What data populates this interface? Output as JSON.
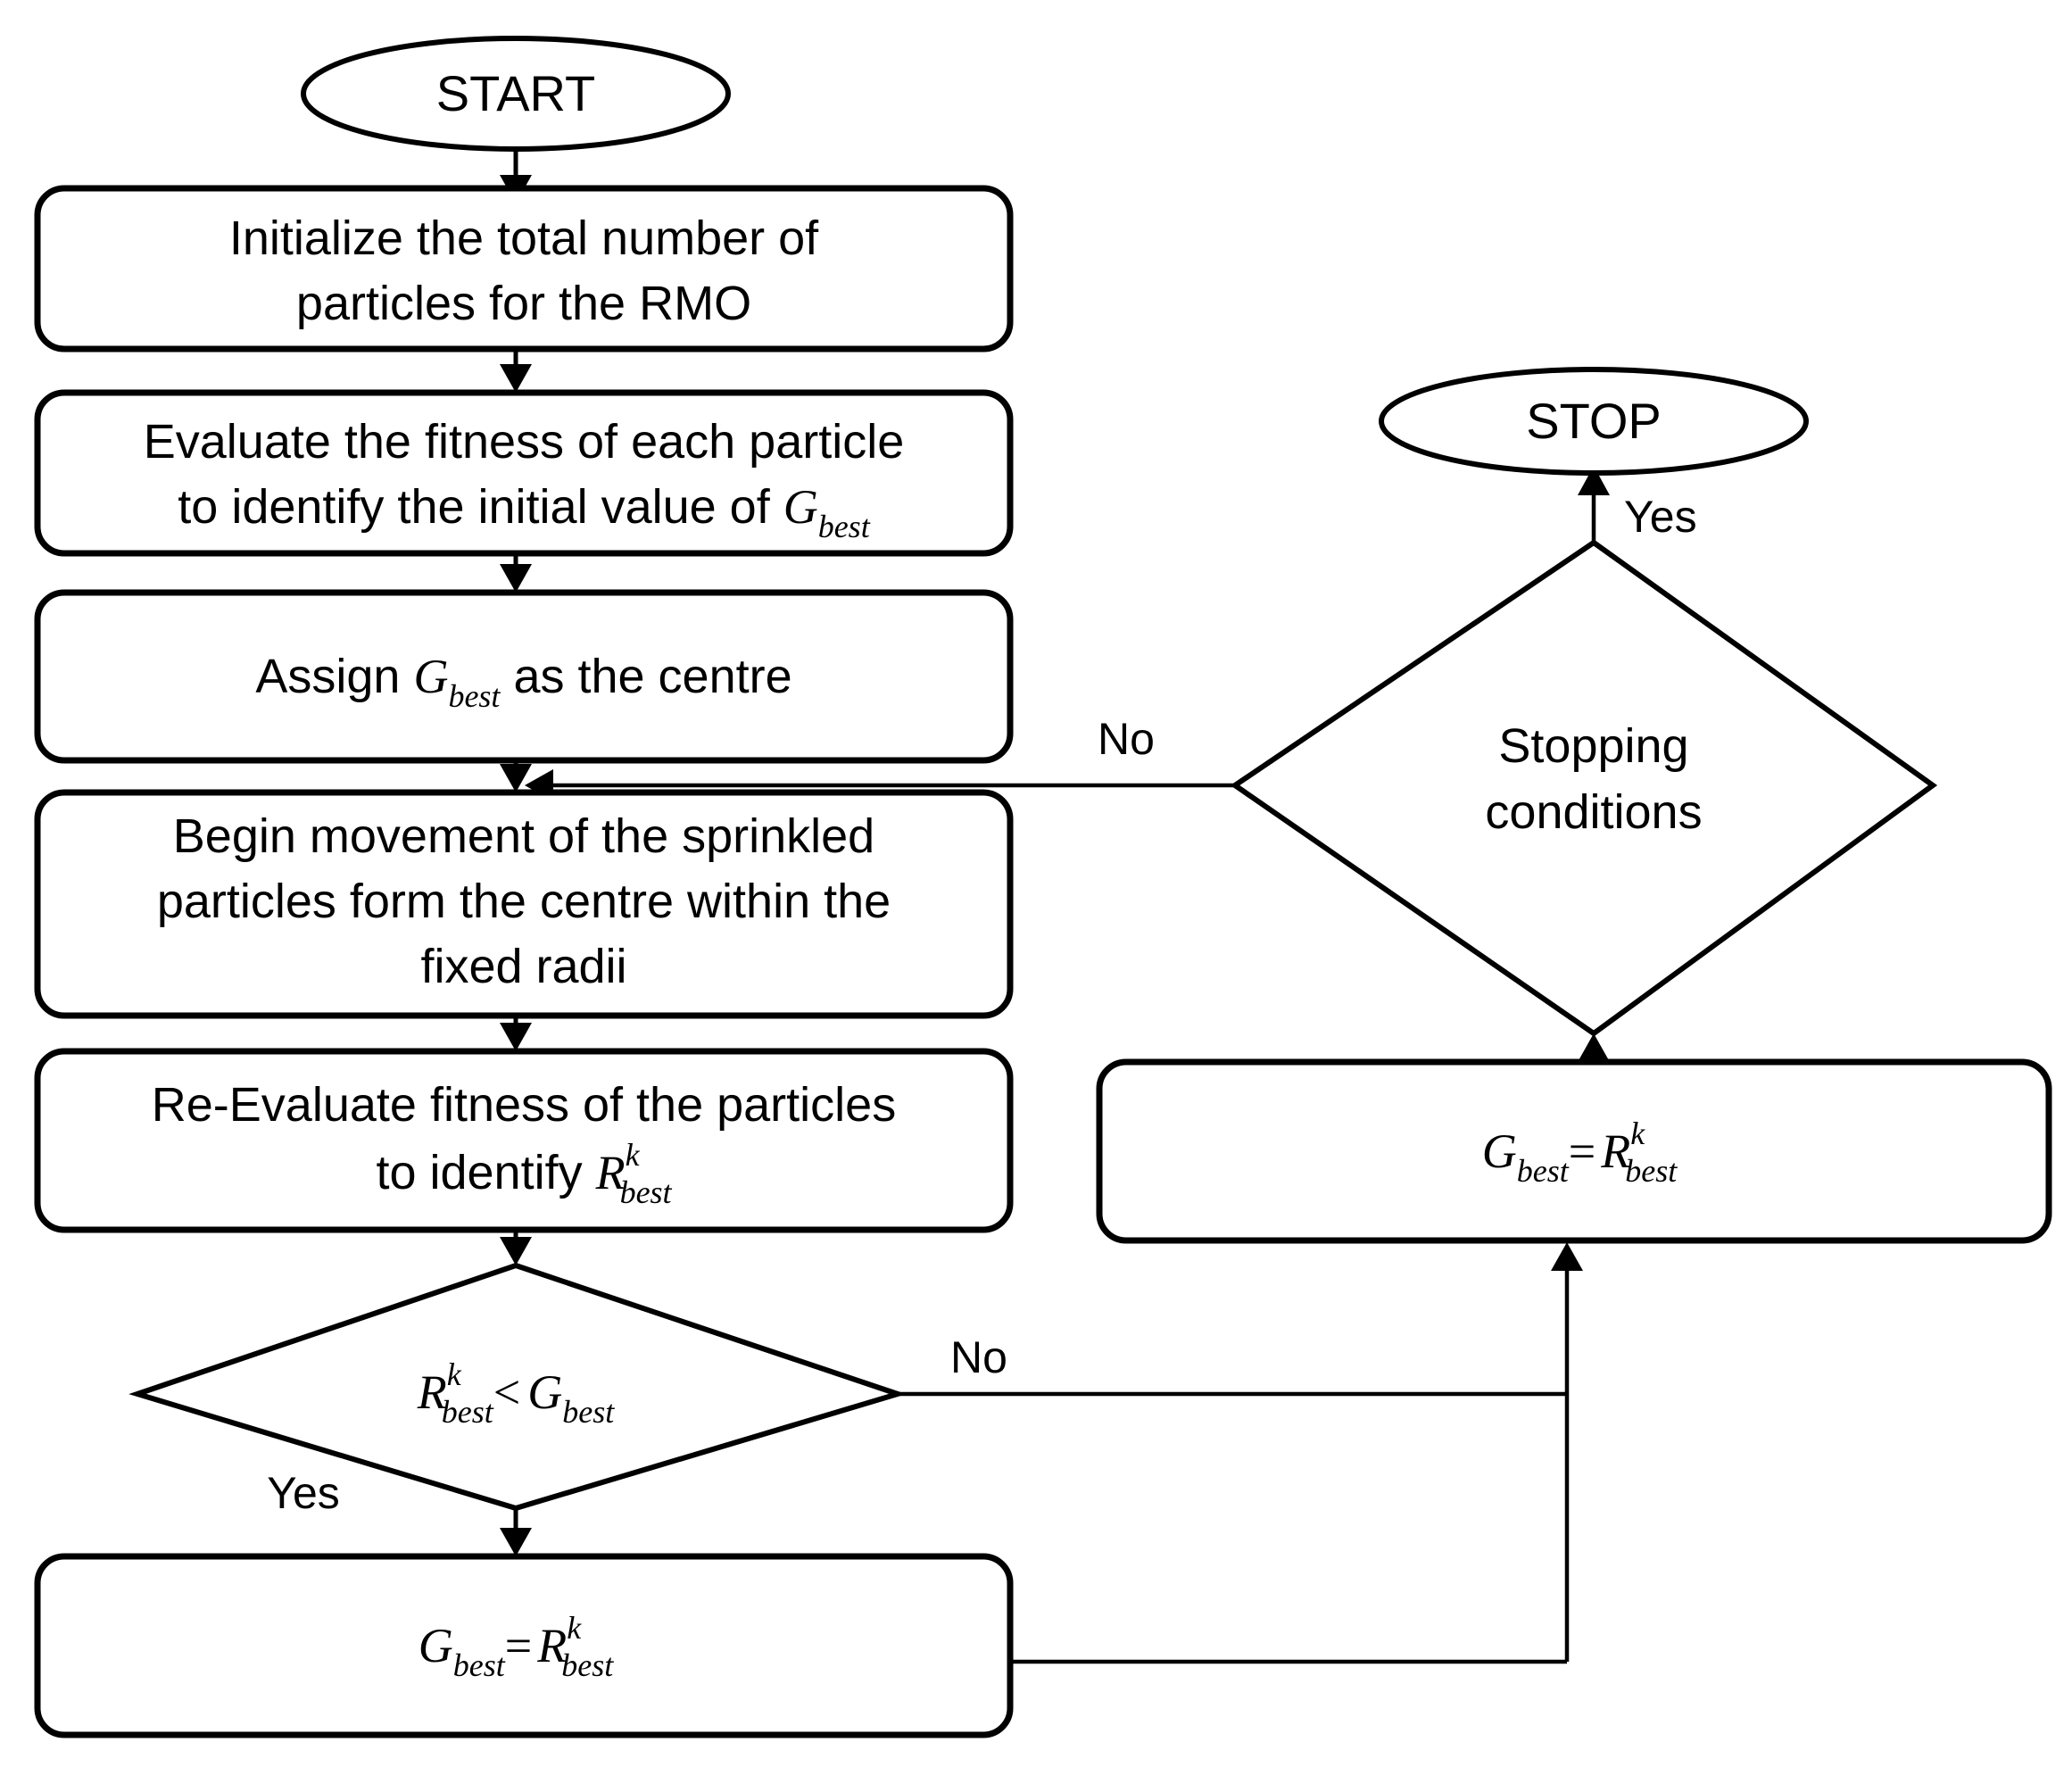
{
  "diagram": {
    "title": "RMO algorithm flowchart",
    "type": "flowchart",
    "background_color": "#ffffff",
    "line_color": "#000000",
    "nodes": {
      "start": {
        "label": "START",
        "shape": "oval"
      },
      "init": {
        "line1": "Initialize the total number of",
        "line2": "particles for the RMO",
        "shape": "rounded-rect"
      },
      "evaluate": {
        "line1": "Evaluate the fitness of each particle",
        "line2_pre": "to identify the initial value of ",
        "line2_var": "G",
        "line2_sub": "best",
        "shape": "rounded-rect"
      },
      "assign": {
        "pre": "Assign ",
        "var": "G",
        "sub": "best",
        "post": " as the centre",
        "shape": "rounded-rect"
      },
      "move": {
        "line1": "Begin movement of the sprinkled",
        "line2": "particles form the centre within the",
        "line3": "fixed radii",
        "shape": "rounded-rect"
      },
      "reeval": {
        "line1": "Re-Evaluate fitness of the particles",
        "line2_pre": "to identify ",
        "line2_var": "R",
        "line2_sub": "best",
        "line2_sup": "k",
        "shape": "rounded-rect"
      },
      "compare": {
        "left_var": "R",
        "left_sub": "best",
        "left_sup": "k",
        "op": "<",
        "right_var": "G",
        "right_sub": "best",
        "shape": "diamond"
      },
      "assign_bottom": {
        "left_var": "G",
        "left_sub": "best",
        "op": "=",
        "right_var": "R",
        "right_sub": "best",
        "right_sup": "k",
        "shape": "rounded-rect"
      },
      "assign_right": {
        "left_var": "G",
        "left_sub": "best",
        "op": "=",
        "right_var": "R",
        "right_sub": "best",
        "right_sup": "k",
        "shape": "rounded-rect"
      },
      "stopping": {
        "line1": "Stopping",
        "line2": "conditions",
        "shape": "diamond"
      },
      "stop": {
        "label": "STOP",
        "shape": "oval"
      }
    },
    "edge_labels": {
      "stopping_yes": "Yes",
      "stopping_no": "No",
      "compare_yes": "Yes",
      "compare_no": "No"
    }
  }
}
